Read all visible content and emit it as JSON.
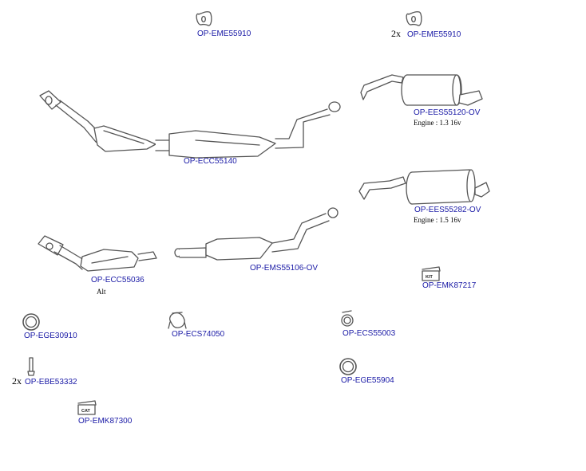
{
  "parts": [
    {
      "code": "OP-EME55910"
    },
    {
      "code": "OP-EME55910",
      "qty": "2x"
    },
    {
      "code": "OP-EES55120-OV",
      "note": "Engine : 1.3 16v"
    },
    {
      "code": "OP-ECC55140"
    },
    {
      "code": "OP-EES55282-OV",
      "note": "Engine : 1.5 16v"
    },
    {
      "code": "OP-ECC55036",
      "note": "Alt"
    },
    {
      "code": "OP-EMS55106-OV"
    },
    {
      "code": "OP-EMK87217",
      "kit_label": "KIT"
    },
    {
      "code": "OP-EGE30910"
    },
    {
      "code": "OP-ECS74050"
    },
    {
      "code": "OP-ECS55003"
    },
    {
      "code": "OP-EBE53332",
      "qty": "2x"
    },
    {
      "code": "OP-EGE55904"
    },
    {
      "code": "OP-EMK87300",
      "kit_label": "CAT"
    }
  ],
  "colors": {
    "label": "#1a1aa6",
    "line": "#555555",
    "fill": "#ffffff"
  }
}
